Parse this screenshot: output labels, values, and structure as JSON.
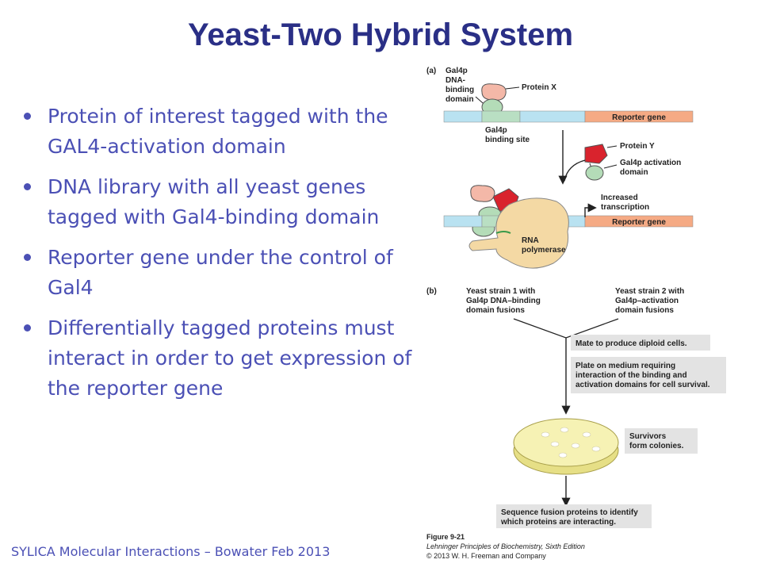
{
  "slide": {
    "title": "Yeast-Two Hybrid System",
    "bullets": [
      "Protein of interest tagged with the GAL4-activation domain",
      "DNA library with all yeast genes tagged with Gal4-binding domain",
      "Reporter gene under the control of Gal4",
      "Differentially tagged proteins must interact in order to get expression of the reporter gene"
    ],
    "footer": "SYLICA Molecular Interactions – Bowater Feb 2013"
  },
  "figure": {
    "panel_a": {
      "label": "(a)",
      "gal4p_dna_binding_domain": [
        "Gal4p",
        "DNA-",
        "binding",
        "domain"
      ],
      "protein_x": "Protein X",
      "reporter_gene": "Reporter gene",
      "gal4p_binding_site": [
        "Gal4p",
        "binding site"
      ],
      "protein_y": "Protein Y",
      "gal4p_activation_domain": [
        "Gal4p activation",
        "domain"
      ],
      "increased_transcription": [
        "Increased",
        "transcription"
      ],
      "rna_polymerase": [
        "RNA",
        "polymerase"
      ]
    },
    "panel_b": {
      "label": "(b)",
      "strain1": [
        "Yeast strain 1 with",
        "Gal4p DNA–binding",
        "domain fusions"
      ],
      "strain2": [
        "Yeast strain 2 with",
        "Gal4p–activation",
        "domain fusions"
      ],
      "mate_step": "Mate to produce diploid cells.",
      "plate_step": [
        "Plate on medium requiring",
        "interaction of the binding and",
        "activation domains for cell survival."
      ],
      "survivors": [
        "Survivors",
        "form colonies."
      ],
      "sequence_step": [
        "Sequence fusion proteins to identify",
        "which proteins are interacting."
      ]
    },
    "caption": {
      "figure_number": "Figure 9-21",
      "book": "Lehninger Principles of Biochemistry, Sixth Edition",
      "copyright": "© 2013 W. H. Freeman and Company"
    },
    "colors": {
      "dna_blue": "#b9e2f1",
      "reporter_orange": "#f5aa84",
      "binding_site_green": "#b9dfc3",
      "protein_x_pink": "#f4b8a8",
      "protein_y_red": "#d9232d",
      "domain_green": "#b4dcb8",
      "polymerase_tan": "#f4d9a4",
      "label_box_gray": "#e3e3e3",
      "dish_yellow": "#f6f2b4"
    }
  }
}
